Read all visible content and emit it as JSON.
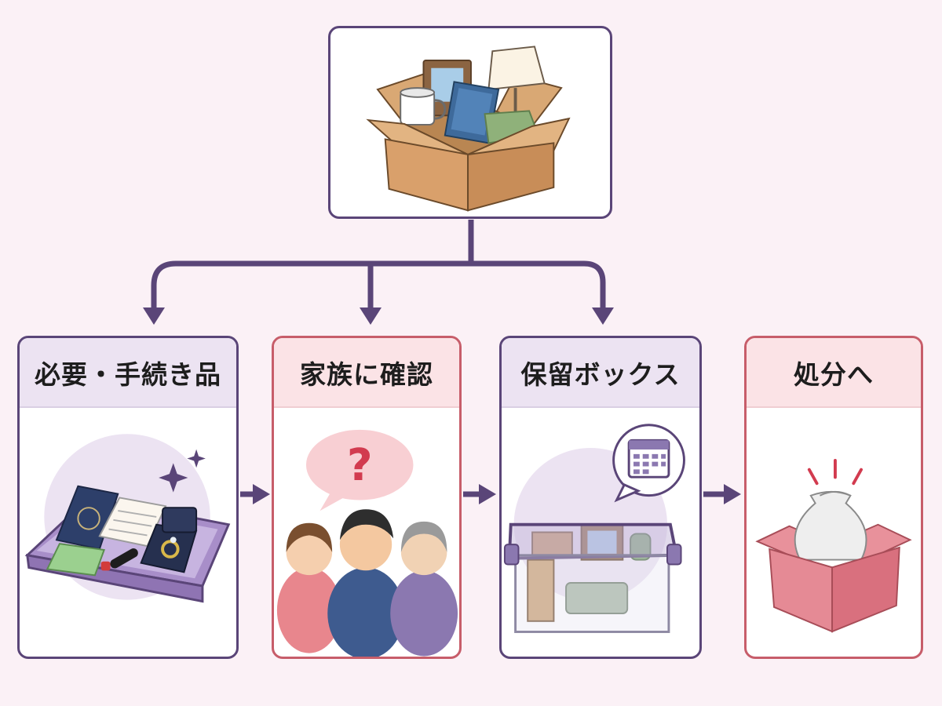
{
  "source": {
    "icon": "cardboard-box-of-belongings-icon"
  },
  "categories": [
    {
      "label": "必要・手続き品",
      "icon": "documents-tray-icon",
      "accent": "#5a4578"
    },
    {
      "label": "家族に確認",
      "icon": "family-question-icon",
      "accent": "#c75d6a"
    },
    {
      "label": "保留ボックス",
      "icon": "storage-box-calendar-icon",
      "accent": "#5a4578"
    },
    {
      "label": "処分へ",
      "icon": "disposal-bag-box-icon",
      "accent": "#c75d6a"
    }
  ],
  "colors": {
    "background": "#fbf1f6",
    "purple": "#5a4578",
    "red": "#c75d6a",
    "purple_header": "#ece3f2",
    "red_header": "#fbe3e6"
  }
}
